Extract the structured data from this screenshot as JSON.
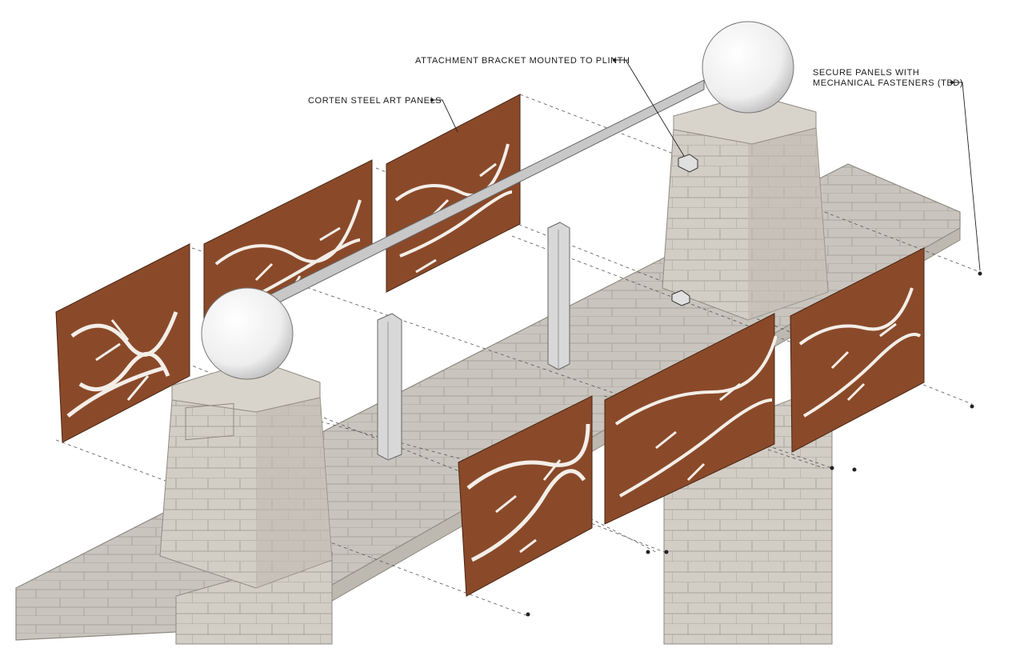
{
  "callouts": {
    "bracket": "ATTACHMENT BRACKET MOUNTED TO PLINTH",
    "panels": "CORTEN STEEL ART PANELS",
    "fasteners_line1": "SECURE PANELS WITH",
    "fasteners_line2": "MECHANICAL FASTENERS (TBD)"
  },
  "colors": {
    "corten": "#8a4a2a",
    "corten_dark": "#5e2f18",
    "stone": "#cfcac2",
    "stone_dark": "#b9b4ab",
    "paving": "#c9c5be",
    "cap": "#d9d4cb",
    "metal": "#c8c8c8",
    "globe": "#f3f3f3"
  }
}
